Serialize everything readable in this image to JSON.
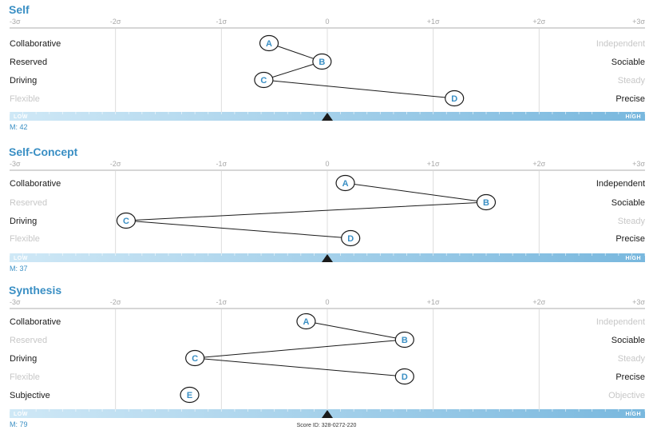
{
  "axis_ticks": [
    "-3σ",
    "-2σ",
    "-1σ",
    "0",
    "+1σ",
    "+2σ",
    "+3σ"
  ],
  "bar_low_label": "LOW",
  "bar_high_label": "HIGH",
  "score_id": "Score ID: 328-0272-220",
  "colors": {
    "accent": "#3a8fc4",
    "grid": "#dcdcdc",
    "bar_light": "#cfe8f6",
    "bar_dark": "#79b8de",
    "marker": "#1a1a1a"
  },
  "chart_data": [
    {
      "type": "scatter",
      "title": "Self",
      "xlim": [
        -3,
        3
      ],
      "grid": true,
      "rows": [
        {
          "left": "Collaborative",
          "right": "Independent",
          "active": "left"
        },
        {
          "left": "Reserved",
          "right": "Sociable",
          "active": "both"
        },
        {
          "left": "Driving",
          "right": "Steady",
          "active": "left"
        },
        {
          "left": "Flexible",
          "right": "Precise",
          "active": "right"
        }
      ],
      "points": [
        {
          "label": "A",
          "x": -0.55,
          "row": 0
        },
        {
          "label": "B",
          "x": -0.05,
          "row": 1
        },
        {
          "label": "C",
          "x": -0.6,
          "row": 2
        },
        {
          "label": "D",
          "x": 1.2,
          "row": 3
        }
      ],
      "marker_x": 0,
      "m_value": "M: 42"
    },
    {
      "type": "scatter",
      "title": "Self-Concept",
      "xlim": [
        -3,
        3
      ],
      "grid": true,
      "rows": [
        {
          "left": "Collaborative",
          "right": "Independent",
          "active": "both"
        },
        {
          "left": "Reserved",
          "right": "Sociable",
          "active": "right"
        },
        {
          "left": "Driving",
          "right": "Steady",
          "active": "left"
        },
        {
          "left": "Flexible",
          "right": "Precise",
          "active": "right"
        }
      ],
      "points": [
        {
          "label": "A",
          "x": 0.17,
          "row": 0
        },
        {
          "label": "B",
          "x": 1.5,
          "row": 1
        },
        {
          "label": "C",
          "x": -1.9,
          "row": 2
        },
        {
          "label": "D",
          "x": 0.22,
          "row": 3
        }
      ],
      "marker_x": 0,
      "m_value": "M: 37"
    },
    {
      "type": "scatter",
      "title": "Synthesis",
      "xlim": [
        -3,
        3
      ],
      "grid": true,
      "rows": [
        {
          "left": "Collaborative",
          "right": "Independent",
          "active": "left"
        },
        {
          "left": "Reserved",
          "right": "Sociable",
          "active": "right"
        },
        {
          "left": "Driving",
          "right": "Steady",
          "active": "left"
        },
        {
          "left": "Flexible",
          "right": "Precise",
          "active": "right"
        },
        {
          "left": "Subjective",
          "right": "Objective",
          "active": "left"
        }
      ],
      "points": [
        {
          "label": "A",
          "x": -0.2,
          "row": 0
        },
        {
          "label": "B",
          "x": 0.73,
          "row": 1
        },
        {
          "label": "C",
          "x": -1.25,
          "row": 2
        },
        {
          "label": "D",
          "x": 0.73,
          "row": 3
        },
        {
          "label": "E",
          "x": -1.3,
          "row": 4
        }
      ],
      "connect": [
        "A",
        "B",
        "C",
        "D"
      ],
      "marker_x": 0,
      "m_value": "M: 79"
    }
  ]
}
